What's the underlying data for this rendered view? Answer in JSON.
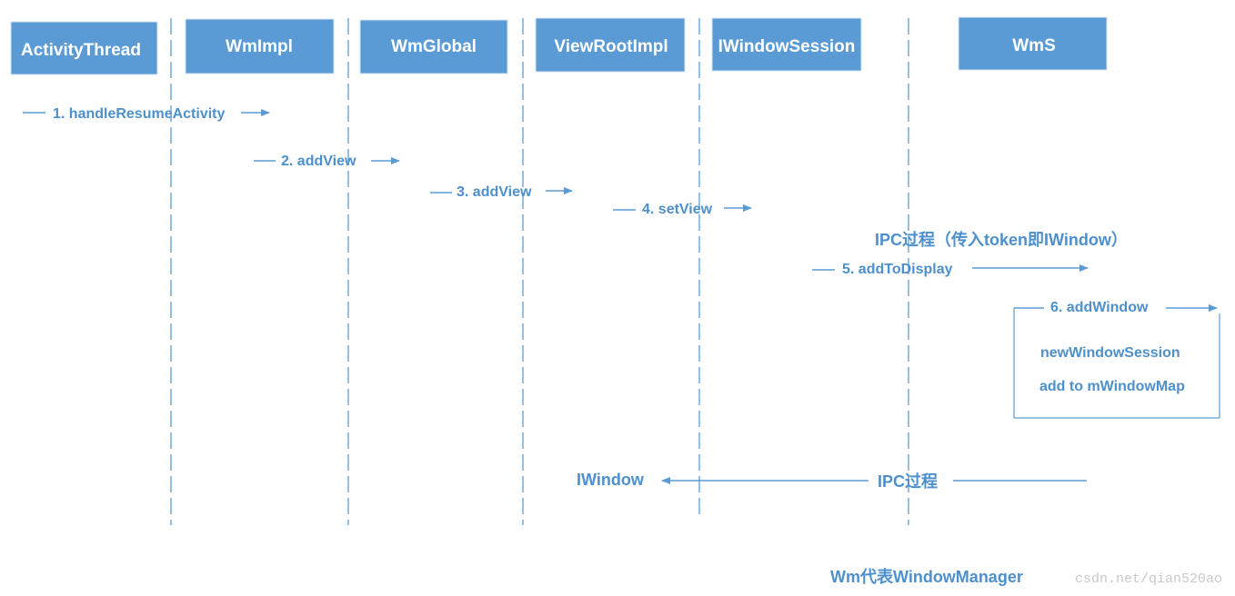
{
  "participants": [
    {
      "name": "ActivityThread"
    },
    {
      "name": "WmImpl"
    },
    {
      "name": "WmGlobal"
    },
    {
      "name": "ViewRootImpl"
    },
    {
      "name": "IWindowSession"
    },
    {
      "name": "WmS"
    }
  ],
  "messages": [
    {
      "label": "1. handleResumeActivity"
    },
    {
      "label": "2. addView"
    },
    {
      "label": "3. addView"
    },
    {
      "label": "4. setView"
    },
    {
      "label": "5. addToDisplay"
    },
    {
      "label": "6. addWindow"
    }
  ],
  "ipc_note": "IPC过程（传入token即IWindow）",
  "wms_box": {
    "line1": "newWindowSession",
    "line2": "add to mWindowMap"
  },
  "return_message": {
    "target": "IWindow",
    "label": "IPC过程"
  },
  "footnote": "Wm代表WindowManager",
  "watermark": "csdn.net/qian520ao",
  "colors": {
    "box_fill": "#5b9bd5",
    "line": "#5b9bd5",
    "text": "#4d90cc"
  }
}
